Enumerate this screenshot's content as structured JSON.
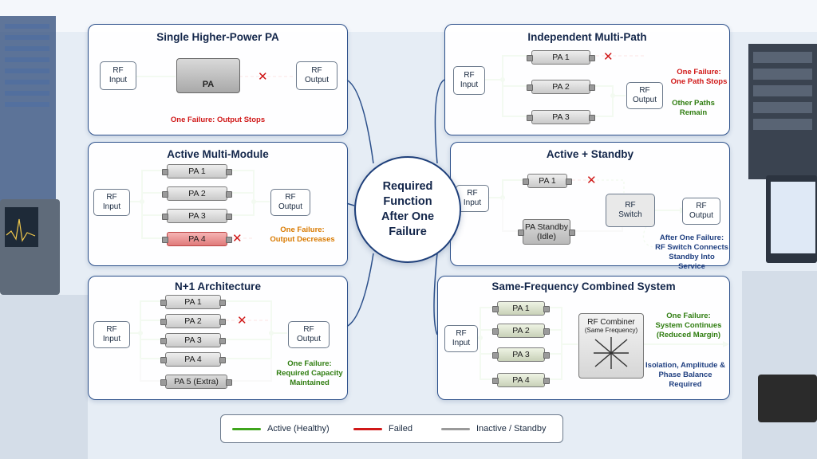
{
  "center": {
    "label": "Required\nFunction\nAfter One\nFailure"
  },
  "panels": {
    "single": {
      "title": "Single Higher-Power PA",
      "input": "RF\nInput",
      "pa": "PA",
      "output": "RF\nOutput",
      "note": "One Failure: Output Stops"
    },
    "multipath": {
      "title": "Independent Multi-Path",
      "input": "RF\nInput",
      "pa": [
        "PA 1",
        "PA 2",
        "PA 3"
      ],
      "output": "RF\nOutput",
      "note_fail": "One Failure:\nOne Path Stops",
      "note_ok": "Other Paths\nRemain"
    },
    "multimodule": {
      "title": "Active Multi-Module",
      "input": "RF\nInput",
      "pa": [
        "PA 1",
        "PA 2",
        "PA 3",
        "PA 4"
      ],
      "output": "RF\nOutput",
      "note": "One Failure:\nOutput Decreases"
    },
    "standby": {
      "title": "Active + Standby",
      "input": "RF\nInput",
      "pa_active": "PA 1",
      "pa_standby": "PA Standby\n(Idle)",
      "switch": "RF\nSwitch",
      "output": "RF\nOutput",
      "note": "After One Failure:\nRF Switch Connects\nStandby Into Service"
    },
    "nplus1": {
      "title": "N+1 Architecture",
      "input": "RF\nInput",
      "pa": [
        "PA 1",
        "PA 2",
        "PA 3",
        "PA 4"
      ],
      "pa_extra": "PA 5 (Extra)",
      "output": "RF\nOutput",
      "note": "One Failure:\nRequired Capacity\nMaintained"
    },
    "samefreq": {
      "title": "Same-Frequency Combined System",
      "input": "RF\nInput",
      "pa": [
        "PA 1",
        "PA 2",
        "PA 3",
        "PA 4"
      ],
      "combiner": "RF Combiner",
      "combiner_sub": "(Same Frequency)",
      "note1": "One Failure:\nSystem Continues\n(Reduced Margin)",
      "note2": "Isolation, Amplitude &\nPhase Balance Required"
    }
  },
  "legend": {
    "active": {
      "label": "Active (Healthy)",
      "color": "#3fa51c"
    },
    "failed": {
      "label": "Failed",
      "color": "#d01818"
    },
    "inactive": {
      "label": "Inactive / Standby",
      "color": "#9a9a9a"
    }
  },
  "colors": {
    "panel_border": "#2b4f8a",
    "active": "#3fa51c",
    "failed": "#d01818",
    "inactive": "#9a9a9a",
    "warning": "#d97a00"
  }
}
